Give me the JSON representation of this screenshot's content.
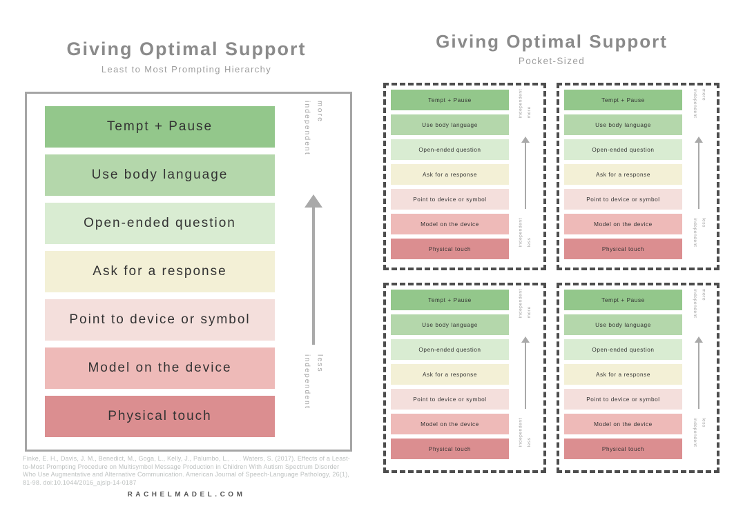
{
  "left": {
    "title": "Giving Optimal Support",
    "subtitle": "Least to Most Prompting Hierarchy",
    "more_label": "more\nindependent",
    "less_label": "less\nindependent",
    "citation": "Finke, E. H., Davis, J. M., Benedict, M., Goga, L., Kelly, J., Palumbo, L., . . . Waters, S. (2017). Effects of a Least-to-Most Prompting Procedure on Multisymbol Message Production in Children With Autism Spectrum Disorder Who Use Augmentative and Alternative Communication. American Journal of Speech-Language Pathology, 26(1), 81-98. doi:10.1044/2016_ajslp-14-0187",
    "website": "RACHELMADEL.COM"
  },
  "right": {
    "title": "Giving Optimal Support",
    "subtitle": "Pocket-Sized",
    "card_count": 4,
    "more_label": "more\nindependent",
    "less_label": "less\nindependent"
  },
  "bars": [
    {
      "label": "Tempt + Pause",
      "color": "#93c78b"
    },
    {
      "label": "Use body language",
      "color": "#b4d7ab"
    },
    {
      "label": "Open-ended question",
      "color": "#d9ecd2"
    },
    {
      "label": "Ask for a response",
      "color": "#f3f0d6"
    },
    {
      "label": "Point to device or symbol",
      "color": "#f4dfdc"
    },
    {
      "label": "Model on the device",
      "color": "#eebab8"
    },
    {
      "label": "Physical touch",
      "color": "#db8e90"
    }
  ],
  "colors": {
    "title_gray": "#8a8a8a",
    "subtitle_gray": "#9d9d9d",
    "box_border": "#a5a5a5",
    "card_border": "#4d4d4d",
    "bar_text": "#333333",
    "vertical_label": "#a2a2a2",
    "arrow": "#a9a9a9",
    "citation": "#bdc1c0",
    "website": "#565656"
  }
}
